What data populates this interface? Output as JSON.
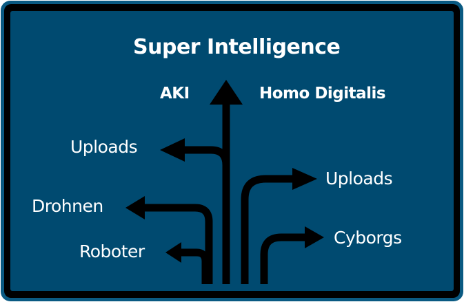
{
  "title": "Super Intelligence",
  "labels": {
    "aki": "AKI",
    "homo_digitalis": "Homo Digitalis",
    "uploads_left": "Uploads",
    "drohnen": "Drohnen",
    "roboter": "Roboter",
    "uploads_right": "Uploads",
    "cyborgs": "Cyborgs"
  },
  "colors": {
    "background": "#004a70",
    "frame": "#000000",
    "arrows": "#000000",
    "text": "#ffffff"
  }
}
